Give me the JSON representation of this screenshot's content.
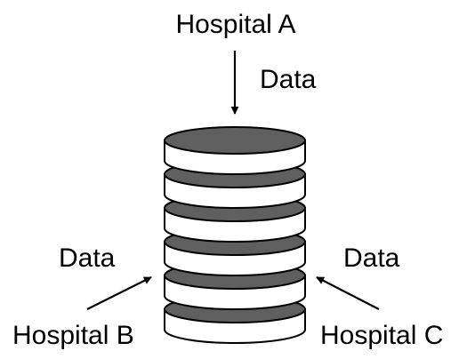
{
  "labels": {
    "hospital_a": "Hospital A",
    "hospital_b": "Hospital B",
    "hospital_c": "Hospital C",
    "data_a": "Data",
    "data_b": "Data",
    "data_c": "Data"
  },
  "database": {
    "disk_count": 6
  },
  "colors": {
    "disk_top": "#5f5f5f",
    "disk_body": "#ffffff",
    "stroke": "#000000"
  }
}
